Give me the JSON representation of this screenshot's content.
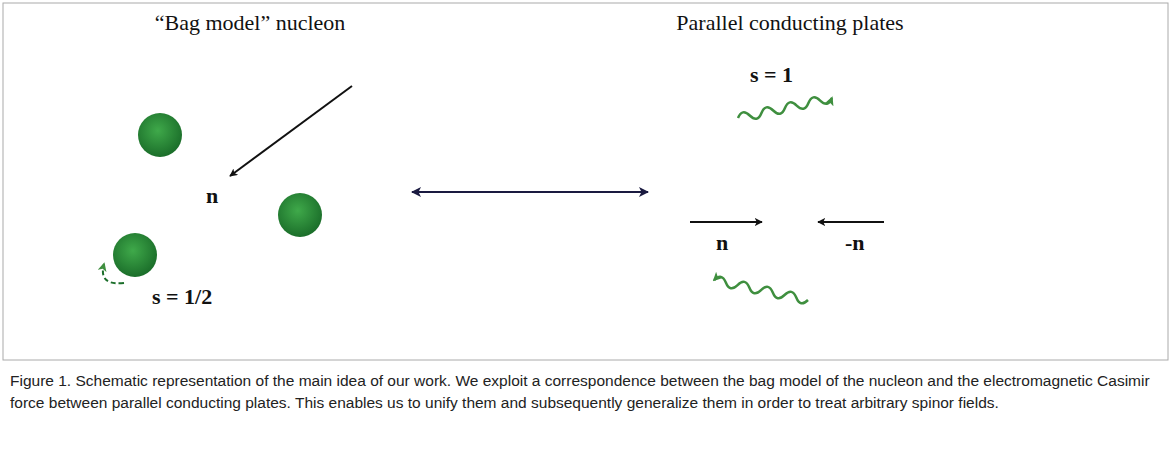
{
  "diagram": {
    "caption": "Figure 1. Schematic representation of the main idea of our work. We exploit a correspondence between the bag model of the nucleon and the electromagnetic Casimir force between parallel conducting plates. This enables us to unify them and subsequently generalize them in order to treat arbitrary spinor fields.",
    "nodes": [
      {
        "text": [
          "“Bag model” nucleon"
        ]
      },
      {
        "text": [
          "Parallel conducting plates"
        ]
      }
    ],
    "edges": [
      {
        "from": 0,
        "to": 1,
        "arrow": "both"
      }
    ],
    "labels": [
      "n",
      "s = 1/2",
      "s = 1",
      "n",
      "-n"
    ]
  }
}
